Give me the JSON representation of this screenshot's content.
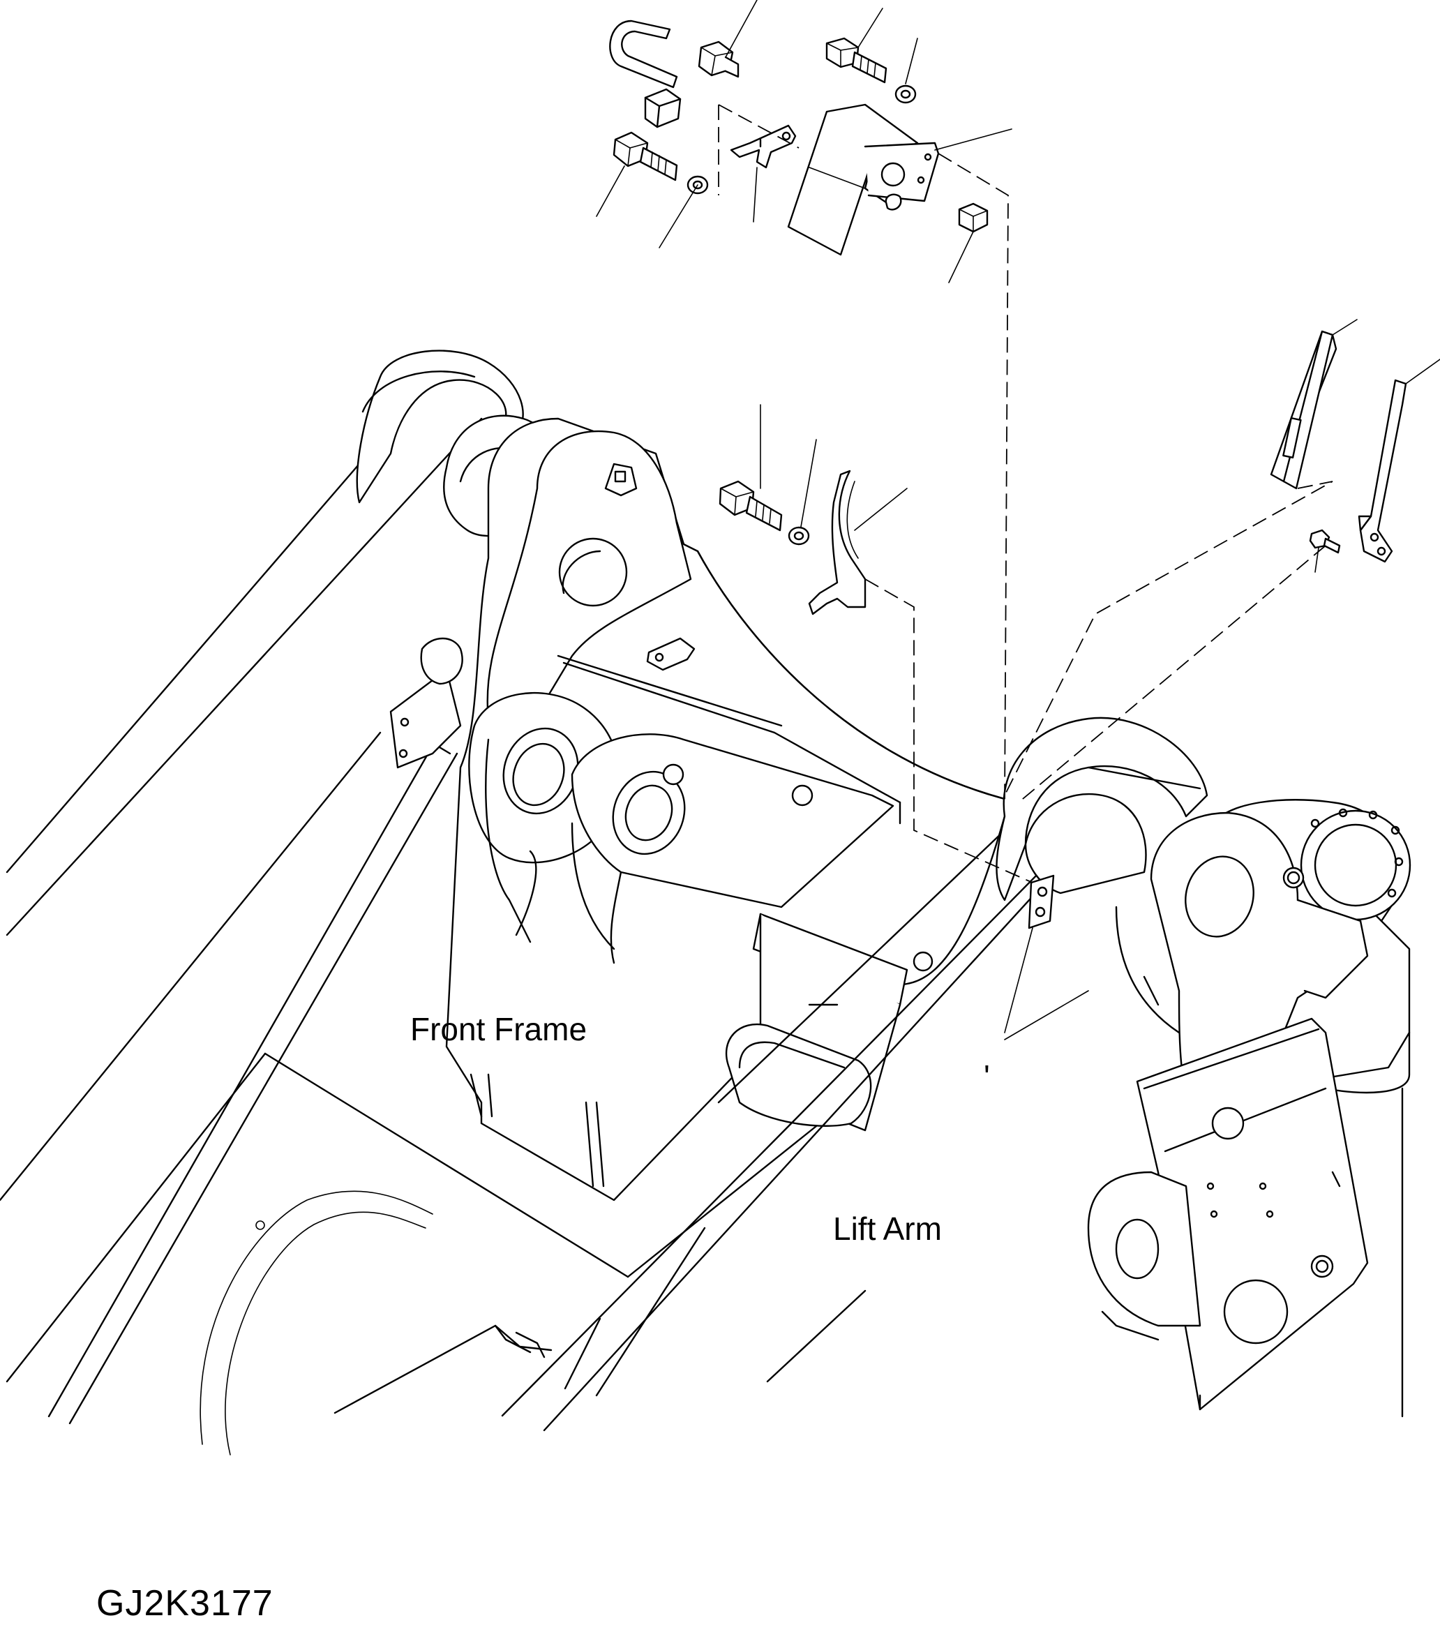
{
  "labels": {
    "front_frame": "Front Frame",
    "lift_arm": "Lift Arm",
    "stray_mark": "'",
    "drawing_code": "GJ2K3177"
  },
  "colors": {
    "line": "#000000",
    "background": "#ffffff"
  }
}
